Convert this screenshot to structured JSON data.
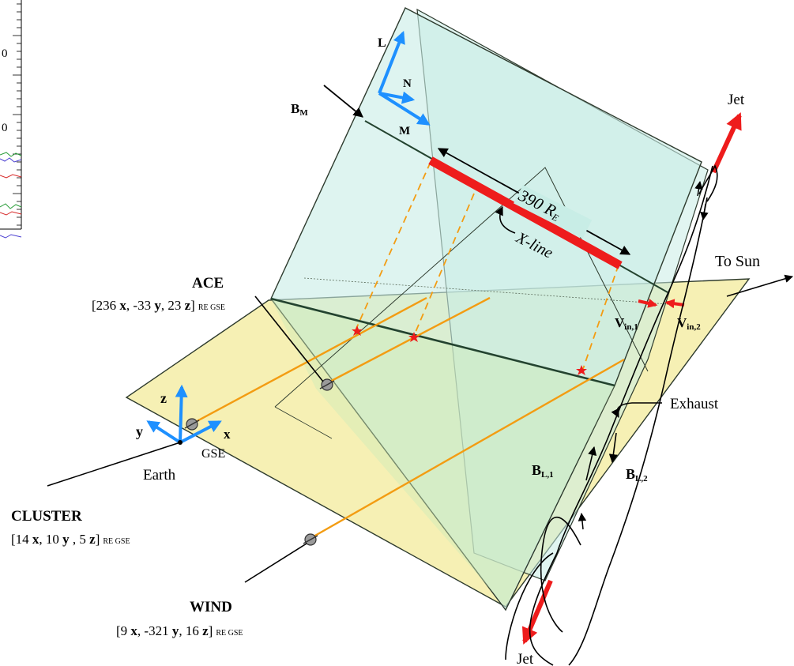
{
  "colors": {
    "ecliptic_plane": "#f6f0b4",
    "current_sheet": "#c8ede6",
    "overlap": "#cfeab8",
    "spacecraft_line": "#f39c12",
    "xline": "#ee1c1c",
    "lmn_axes": "#1e90ff",
    "star": "#ee1c1c"
  },
  "labels": {
    "jet_top": "Jet",
    "jet_bottom": "Jet",
    "to_sun": "To Sun",
    "bm": "B",
    "bm_sub": "M",
    "lmn_l": "L",
    "lmn_n": "N",
    "lmn_m": "M",
    "xline_length": "390 R",
    "xline_length_sub": "E",
    "xline": "X-line",
    "vin1": "V",
    "vin1_sub": "in,1",
    "vin2": "V",
    "vin2_sub": "in,2",
    "exhaust": "Exhaust",
    "bl1": "B",
    "bl1_sub": "L,1",
    "bl2": "B",
    "bl2_sub": "L,2",
    "gse_x": "x",
    "gse_y": "y",
    "gse_z": "z",
    "gse": "GSE",
    "earth": "Earth"
  },
  "spacecraft": {
    "ace": {
      "name": "ACE",
      "pos_pre": "[236 ",
      "pos_x": "x",
      "pos_mid1": ", -33 ",
      "pos_y": "y",
      "pos_mid2": ", 23 ",
      "pos_z": "z",
      "pos_post": "]",
      "unit": "RE GSE"
    },
    "cluster": {
      "name": "CLUSTER",
      "pos_pre": "[14 ",
      "pos_x": "x",
      "pos_mid1": ", 10 ",
      "pos_y": "y",
      "pos_mid2": " , 5 ",
      "pos_z": "z",
      "pos_post": "]",
      "unit": "RE GSE"
    },
    "wind": {
      "name": "WIND",
      "pos_pre": "[9 ",
      "pos_x": "x",
      "pos_mid1": ", -321 ",
      "pos_y": "y",
      "pos_mid2": ", 16 ",
      "pos_z": "z",
      "pos_post": "]",
      "unit": "RE GSE"
    }
  },
  "partial_panel": {
    "digit_a": "0",
    "digit_b": "0"
  }
}
